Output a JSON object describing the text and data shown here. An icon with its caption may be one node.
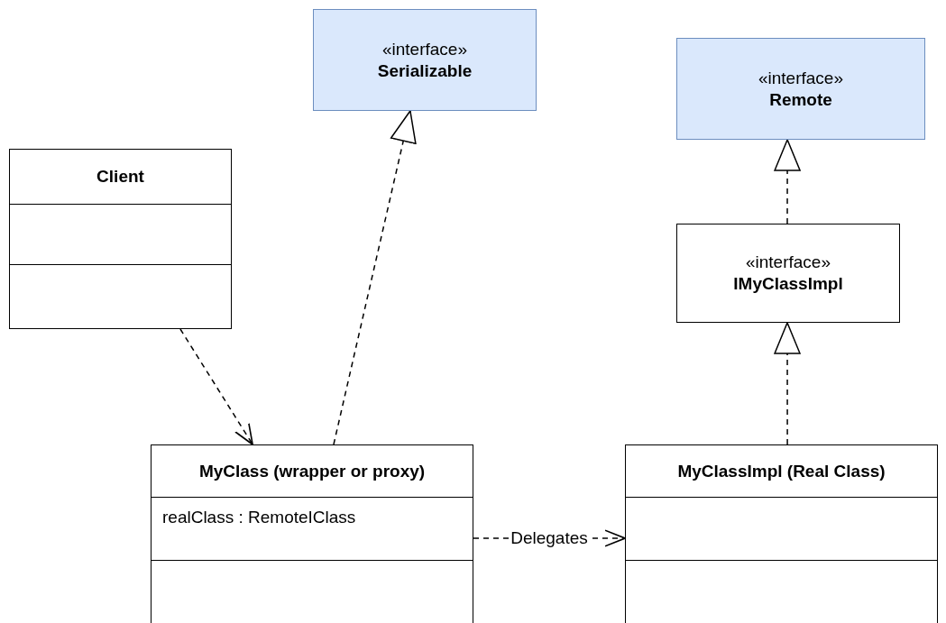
{
  "diagram": {
    "nodes": [
      {
        "text": [
          "«interface»",
          "Serializable"
        ]
      },
      {
        "text": [
          "«interface»",
          "Remote"
        ]
      },
      {
        "text": [
          "Client"
        ]
      },
      {
        "text": [
          "«interface»",
          "IMyClassImpl"
        ]
      },
      {
        "text": [
          "MyClass (wrapper or proxy)",
          "realClass : RemoteIClass"
        ]
      },
      {
        "text": [
          "MyClassImpl (Real Class)"
        ]
      }
    ],
    "edges": [
      {
        "from": 2,
        "to": 4,
        "arrow": "to",
        "style": "dashed"
      },
      {
        "from": 4,
        "to": 0,
        "arrow": "to",
        "style": "dashed"
      },
      {
        "from": 3,
        "to": 1,
        "arrow": "to",
        "style": "dashed"
      },
      {
        "from": 5,
        "to": 3,
        "arrow": "to",
        "style": "dashed"
      },
      {
        "from": 4,
        "to": 5,
        "arrow": "to",
        "style": "dashed",
        "label": "Delegates"
      }
    ]
  }
}
